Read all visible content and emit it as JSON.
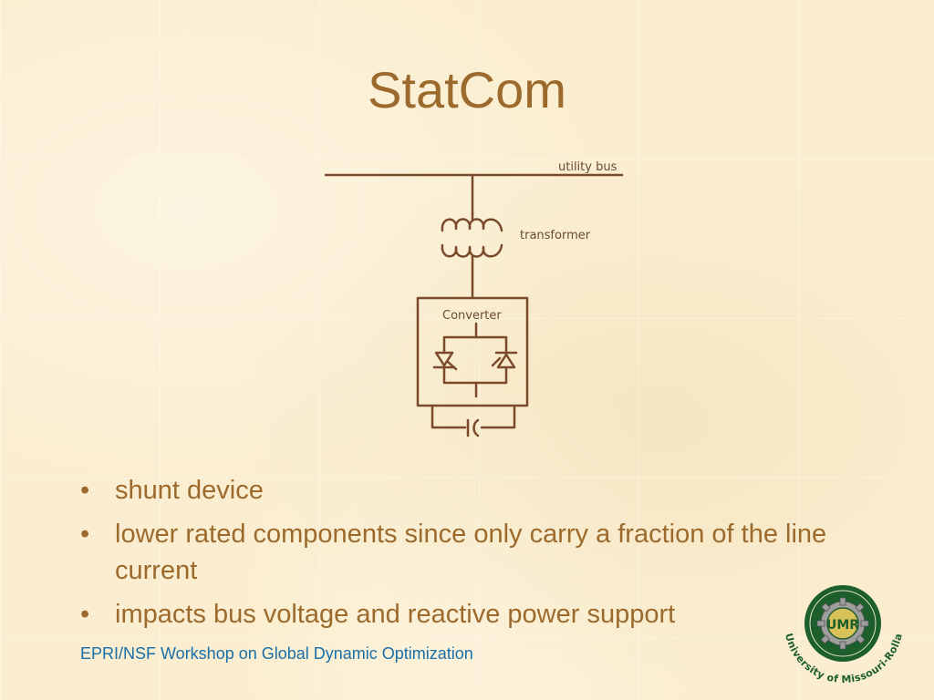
{
  "slide": {
    "title": "StatCom",
    "bullets": [
      "shunt device",
      "lower rated components since only carry a fraction of the line current",
      "impacts bus voltage and reactive power support"
    ],
    "bullet_glyph": "•",
    "footer": "EPRI/NSF Workshop on Global Dynamic Optimization"
  },
  "diagram": {
    "labels": {
      "utility_bus": "utility bus",
      "transformer": "transformer",
      "converter": "Converter"
    },
    "line_color": "#7a4a2a"
  },
  "logo": {
    "arc_text": "University of Missouri-Rolla",
    "monogram": "UMR",
    "icon": "university-seal-icon"
  },
  "colors": {
    "title": "#9c6a2d",
    "body_text": "#9c6a2d",
    "footer_text": "#1a6ea8",
    "background": "#fbeed0",
    "logo_green": "#1c5e2c"
  }
}
